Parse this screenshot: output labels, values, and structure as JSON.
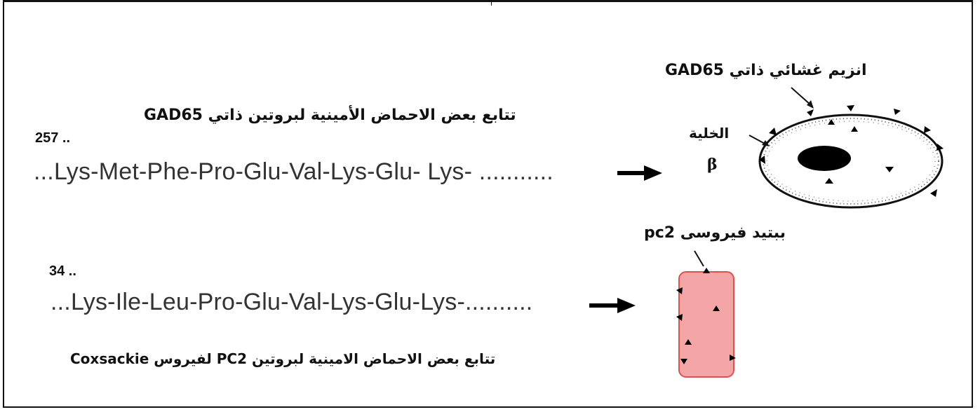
{
  "gad": {
    "title": "تتابع بعض الاحماض الأمينية لبروتين ذاتي  GAD65",
    "number": "257  ..",
    "sequence": "...Lys-Met-Phe-Pro-Glu-Val-Lys-Glu- Lys- ..........."
  },
  "cell": {
    "enzyme_label": "انزيم غشائي ذاتي  GAD65",
    "cell_label": "الخلية",
    "beta": "β"
  },
  "pc2": {
    "number": "34  ..",
    "sequence": "...Lys-Ile-Leu-Pro-Glu-Val-Lys-Glu-Lys-..........",
    "peptide_label": "ببتيد فيروسى pc2",
    "title": "تتابع  بعض الاحماض الامينية لبروتين  PC2 لفيروس Coxsackie"
  },
  "colors": {
    "virus_fill": "#f4a6a6",
    "virus_border": "#d9534f",
    "ink": "#111111"
  }
}
